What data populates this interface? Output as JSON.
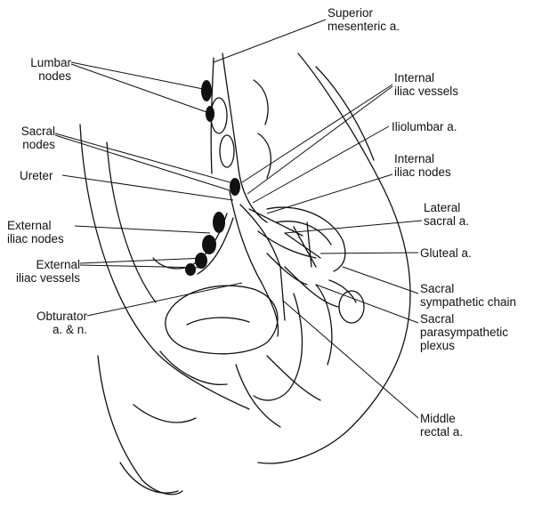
{
  "figure": {
    "labels": {
      "superior_mesenteric": [
        "Superior",
        "mesenteric a."
      ],
      "lumbar_nodes": [
        "Lumbar",
        "nodes"
      ],
      "internal_iliac_vessels": [
        "Internal",
        "iliac vessels"
      ],
      "iliolumbar": [
        "Iliolumbar a."
      ],
      "sacral_nodes": [
        "Sacral",
        "nodes"
      ],
      "internal_iliac_nodes": [
        "Internal",
        "iliac nodes"
      ],
      "ureter": [
        "Ureter"
      ],
      "lateral_sacral": [
        "Lateral",
        "sacral a."
      ],
      "external_iliac_nodes": [
        "External",
        "iliac nodes"
      ],
      "gluteal": [
        "Gluteal a."
      ],
      "external_iliac_vessels": [
        "External",
        "iliac vessels"
      ],
      "sacral_sympathetic": [
        "Sacral",
        "sympathetic chain"
      ],
      "obturator": [
        "Obturator",
        "a. & n."
      ],
      "sacral_parasympathetic": [
        "Sacral",
        "parasympathetic",
        "plexus"
      ],
      "middle_rectal": [
        "Middle",
        "rectal a."
      ]
    }
  }
}
